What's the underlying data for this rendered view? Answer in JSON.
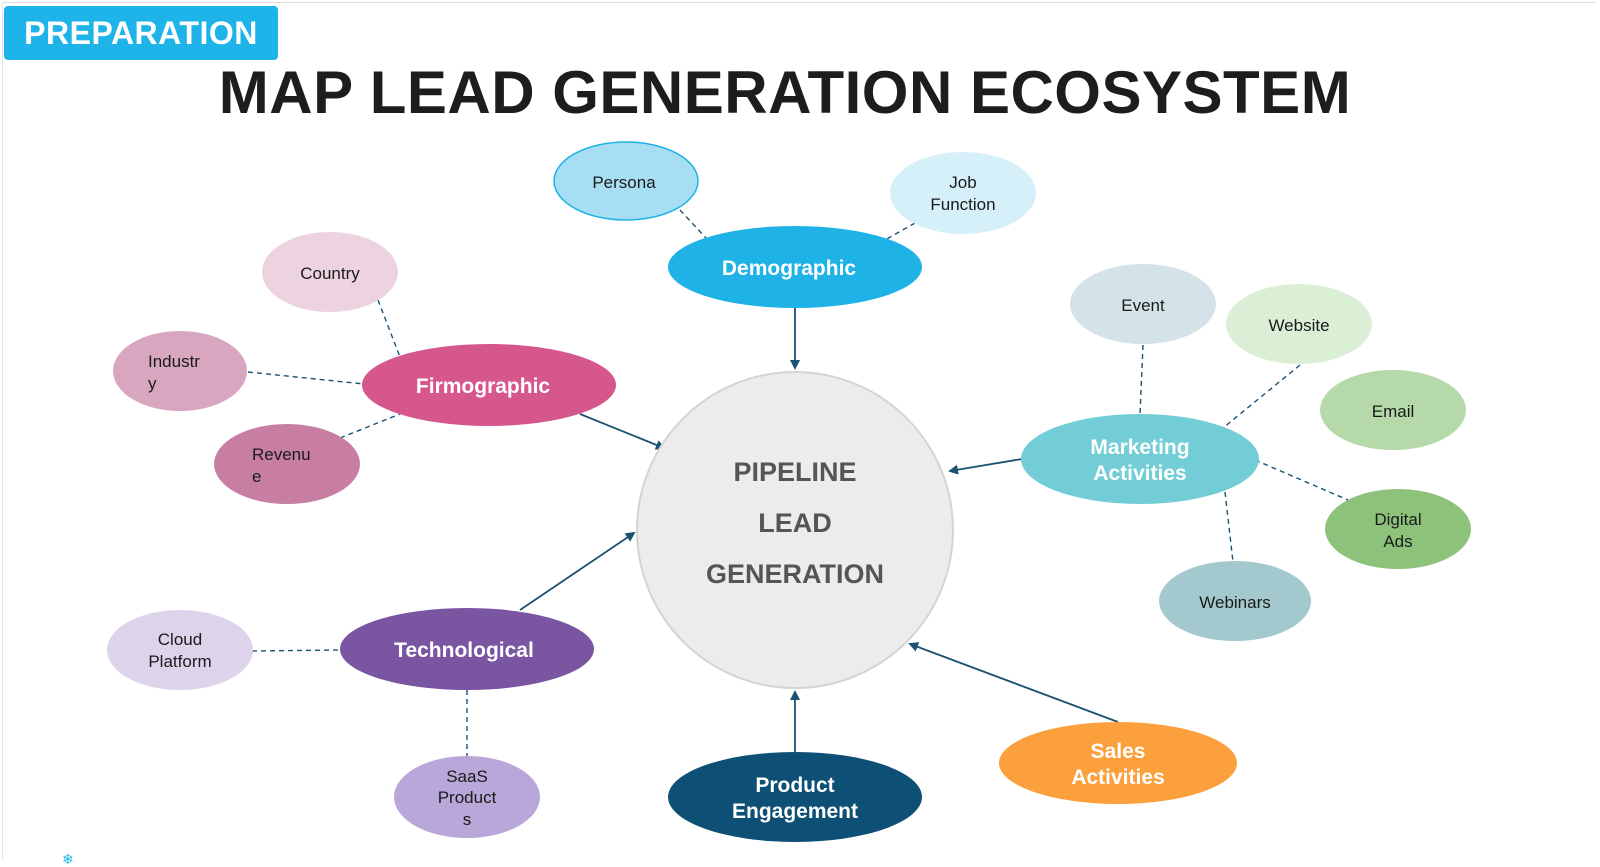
{
  "badge": "PREPARATION",
  "title": "MAP LEAD GENERATION ECOSYSTEM",
  "center": {
    "lines": [
      "PIPELINE",
      "LEAD",
      "GENERATION"
    ],
    "fill": "#ececec"
  },
  "nodes": {
    "demographic": {
      "lines": [
        "Demographic"
      ],
      "fill": "#1eb2e6"
    },
    "firmographic": {
      "lines": [
        "Firmographic"
      ],
      "fill": "#d6578c"
    },
    "technological": {
      "lines": [
        "Technological"
      ],
      "fill": "#7a55a2"
    },
    "product": {
      "lines": [
        "Product",
        "Engagement"
      ],
      "fill": "#0e4f75"
    },
    "sales": {
      "lines": [
        "Sales",
        "Activities"
      ],
      "fill": "#fba03d"
    },
    "marketing": {
      "lines": [
        "Marketing",
        "Activities"
      ],
      "fill": "#72cdd7"
    }
  },
  "leaves": {
    "persona": {
      "lines": [
        "Persona"
      ],
      "fill": "#a7def4"
    },
    "job_function": {
      "lines": [
        "Job",
        "Function"
      ],
      "fill": "#d6f0fa"
    },
    "country": {
      "lines": [
        "Country"
      ],
      "fill": "#ecd3df"
    },
    "industry": {
      "lines": [
        "Industr",
        "y"
      ],
      "fill": "#d8a7bf"
    },
    "revenue": {
      "lines": [
        "Revenu",
        "e"
      ],
      "fill": "#c77ea2"
    },
    "cloud": {
      "lines": [
        "Cloud",
        "Platform"
      ],
      "fill": "#ddd4ec"
    },
    "saas": {
      "lines": [
        "SaaS",
        "Product",
        "s"
      ],
      "fill": "#b8a7d8"
    },
    "event": {
      "lines": [
        "Event"
      ],
      "fill": "#d3e3e7"
    },
    "website": {
      "lines": [
        "Website"
      ],
      "fill": "#daefd6"
    },
    "email": {
      "lines": [
        "Email"
      ],
      "fill": "#b5d9a8"
    },
    "digital_ads": {
      "lines": [
        "Digital",
        "Ads"
      ],
      "fill": "#8dc27b"
    },
    "webinars": {
      "lines": [
        "Webinars"
      ],
      "fill": "#a3c9cf"
    }
  },
  "colors": {
    "arrow": "#1b5273",
    "dash": "#1b5273",
    "center_text": "#555555",
    "node_text": "#ffffff",
    "leaf_text": "#1a1a1a"
  }
}
